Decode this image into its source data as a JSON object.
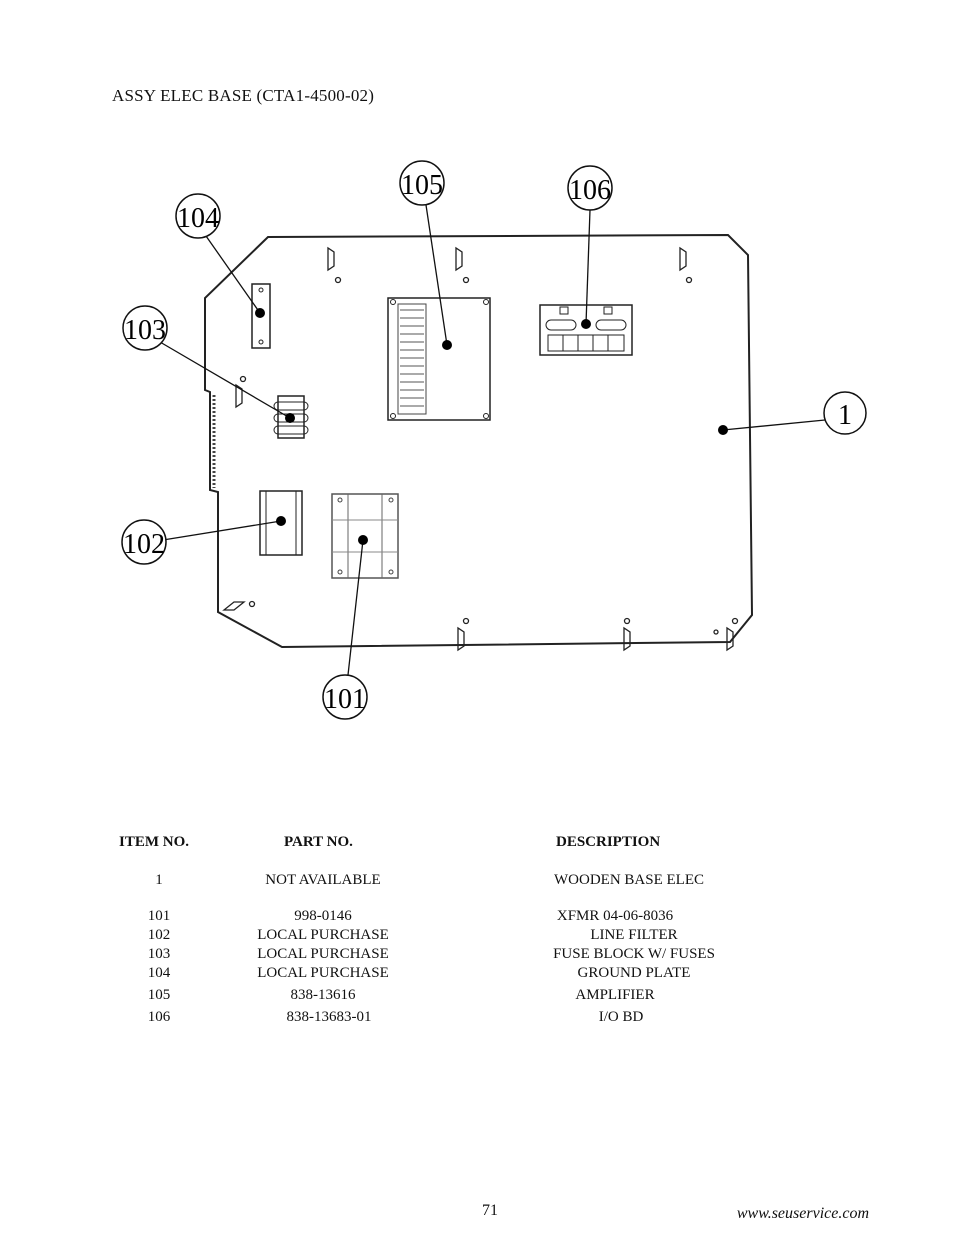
{
  "page": {
    "title": "ASSY ELEC BASE (CTA1-4500-02)",
    "page_number": "71",
    "website": "www.seuservice.com"
  },
  "diagram": {
    "callouts": [
      "104",
      "105",
      "106",
      "103",
      "1",
      "102",
      "101"
    ]
  },
  "parts_table": {
    "headers": {
      "item": "ITEM NO.",
      "part": "PART NO.",
      "description": "DESCRIPTION"
    },
    "rows": [
      {
        "item": "1",
        "part": "NOT AVAILABLE",
        "description": "WOODEN BASE ELEC"
      },
      {
        "item": "101",
        "part": "998-0146",
        "description": "XFMR 04-06-8036"
      },
      {
        "item": "102",
        "part": "LOCAL PURCHASE",
        "description": "LINE FILTER"
      },
      {
        "item": "103",
        "part": "LOCAL PURCHASE",
        "description": "FUSE BLOCK W/ FUSES"
      },
      {
        "item": "104",
        "part": "LOCAL PURCHASE",
        "description": "GROUND PLATE"
      },
      {
        "item": "105",
        "part": "838-13616",
        "description": "AMPLIFIER"
      },
      {
        "item": "106",
        "part": "838-13683-01",
        "description": "I/O BD"
      }
    ]
  }
}
